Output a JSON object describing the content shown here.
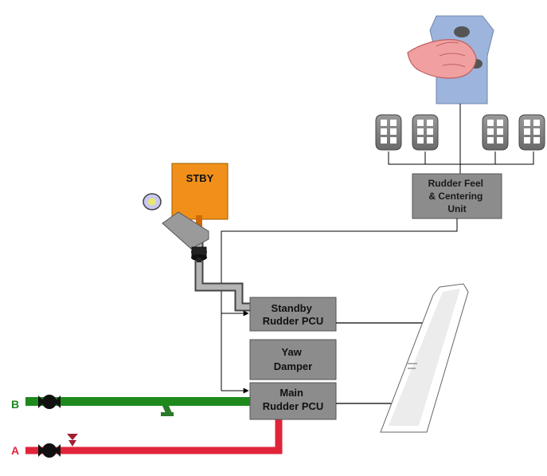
{
  "labels": {
    "stby": "STBY",
    "feel_unit": [
      "Rudder Feel",
      "& Centering",
      "Unit"
    ],
    "standby_pcu": [
      "Standby",
      "Rudder PCU"
    ],
    "yaw_damper": [
      "Yaw",
      "Damper"
    ],
    "main_pcu": [
      "Main",
      "Rudder PCU"
    ],
    "system_b": "B",
    "system_a": "A"
  },
  "colors": {
    "system_b": "#1e8a1e",
    "system_a": "#e0243a",
    "stby_box": "#f0901a",
    "gray_box": "#8c8c8c",
    "pilot_panel": "#9db4dc",
    "standby_line": "#b4b4b4"
  },
  "icons": [
    "pilot-hand-icon",
    "rudder-pedal-icon",
    "valve-icon",
    "filter-icon",
    "rudder-surface-icon",
    "standby-pump-icon"
  ]
}
